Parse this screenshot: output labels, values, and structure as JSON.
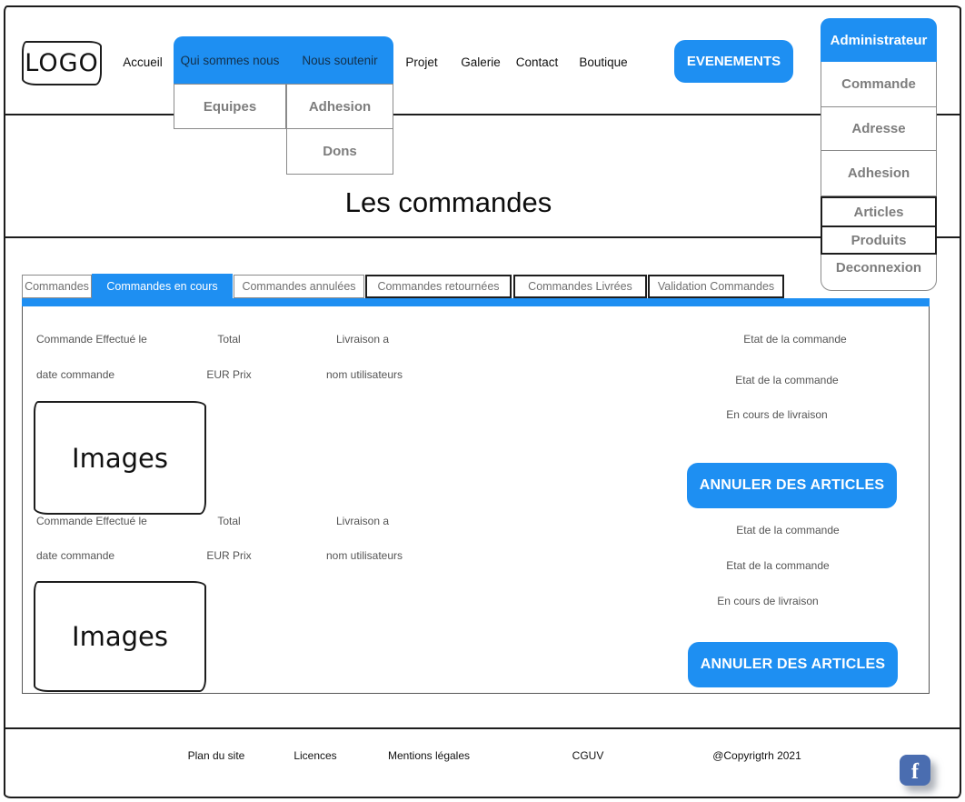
{
  "colors": {
    "accent": "#1e8ff2",
    "facebook_blue": "#4a6db0"
  },
  "logo": {
    "text": "LOGO"
  },
  "nav": {
    "items": [
      {
        "label": "Accueil",
        "highlighted": false
      },
      {
        "label": "Qui sommes nous",
        "highlighted": true
      },
      {
        "label": "Nous soutenir",
        "highlighted": true
      },
      {
        "label": "Projet",
        "highlighted": false
      },
      {
        "label": "Galerie",
        "highlighted": false
      },
      {
        "label": "Contact",
        "highlighted": false
      },
      {
        "label": "Boutique",
        "highlighted": false
      }
    ],
    "dropdown_qui_sommes_nous": [
      {
        "label": "Equipes"
      }
    ],
    "dropdown_nous_soutenir": [
      {
        "label": "Adhesion"
      },
      {
        "label": "Dons"
      }
    ]
  },
  "events_button": {
    "label": "EVENEMENTS"
  },
  "admin_menu": {
    "header": "Administrateur",
    "items": [
      {
        "label": "Commande"
      },
      {
        "label": "Adresse"
      },
      {
        "label": "Adhesion"
      },
      {
        "label": "Articles"
      },
      {
        "label": "Produits"
      },
      {
        "label": "Deconnexion"
      }
    ]
  },
  "page": {
    "title": "Les commandes"
  },
  "tabs": [
    {
      "label": "Commandes",
      "active": false
    },
    {
      "label": "Commandes en cours",
      "active": true
    },
    {
      "label": "Commandes annulées",
      "active": false
    },
    {
      "label": "Commandes retournées",
      "active": false
    },
    {
      "label": "Commandes Livrées",
      "active": false
    },
    {
      "label": "Validation Commandes",
      "active": false
    }
  ],
  "orders": [
    {
      "header_labels": {
        "date": "Commande Effectué le",
        "total": "Total",
        "delivery": "Livraison a",
        "status": "Etat de la commande"
      },
      "values": {
        "date": "date commande",
        "total": "EUR Prix",
        "delivery": "nom utilisateurs",
        "status": "Etat de la commande"
      },
      "status_detail": "En cours de livraison",
      "image_placeholder": "Images",
      "cancel_button": "ANNULER DES ARTICLES"
    },
    {
      "header_labels": {
        "date": "Commande Effectué le",
        "total": "Total",
        "delivery": "Livraison a",
        "status": "Etat de la commande"
      },
      "values": {
        "date": "date commande",
        "total": "EUR Prix",
        "delivery": "nom utilisateurs",
        "status": "Etat de la commande"
      },
      "status_detail": "En cours de livraison",
      "image_placeholder": "Images",
      "cancel_button": "ANNULER DES ARTICLES"
    }
  ],
  "footer": {
    "links": [
      {
        "label": "Plan du site"
      },
      {
        "label": "Licences"
      },
      {
        "label": "Mentions légales"
      },
      {
        "label": "CGUV"
      },
      {
        "label": "@Copyrigtrh 2021"
      }
    ],
    "facebook_icon": "f"
  }
}
